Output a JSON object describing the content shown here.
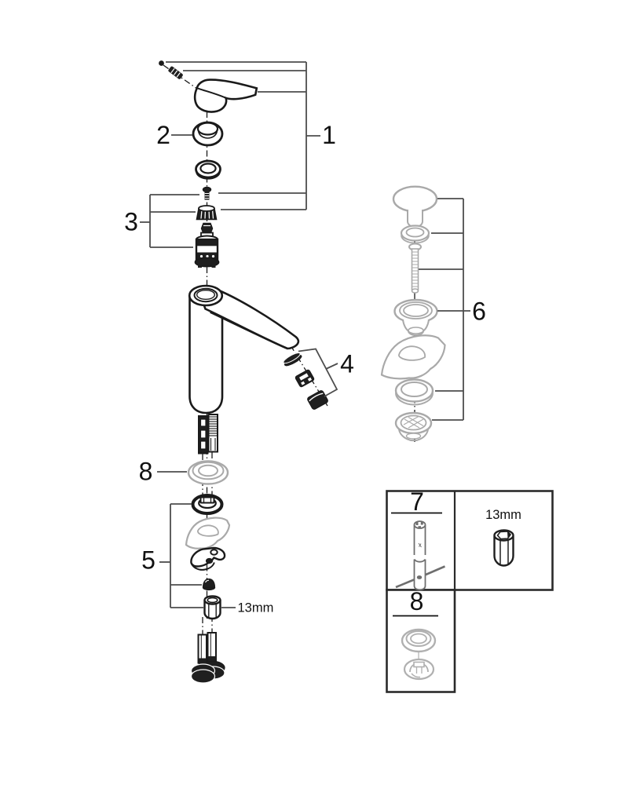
{
  "page": {
    "background": "#ffffff"
  },
  "colors": {
    "line": "#1a1a1a",
    "dark_fill": "#1f1f1f",
    "gray_part": "#a9a9a9",
    "callout_line": "#4d4d4d",
    "label_text": "#111111"
  },
  "callouts": {
    "n1": "1",
    "n2": "2",
    "n3": "3",
    "n4": "4",
    "n5": "5",
    "n6": "6",
    "n8": "8",
    "wrench_size": "13mm"
  },
  "legend": {
    "box7": {
      "label": "7",
      "tool_size": "13mm"
    },
    "box8": {
      "label": "8"
    }
  }
}
